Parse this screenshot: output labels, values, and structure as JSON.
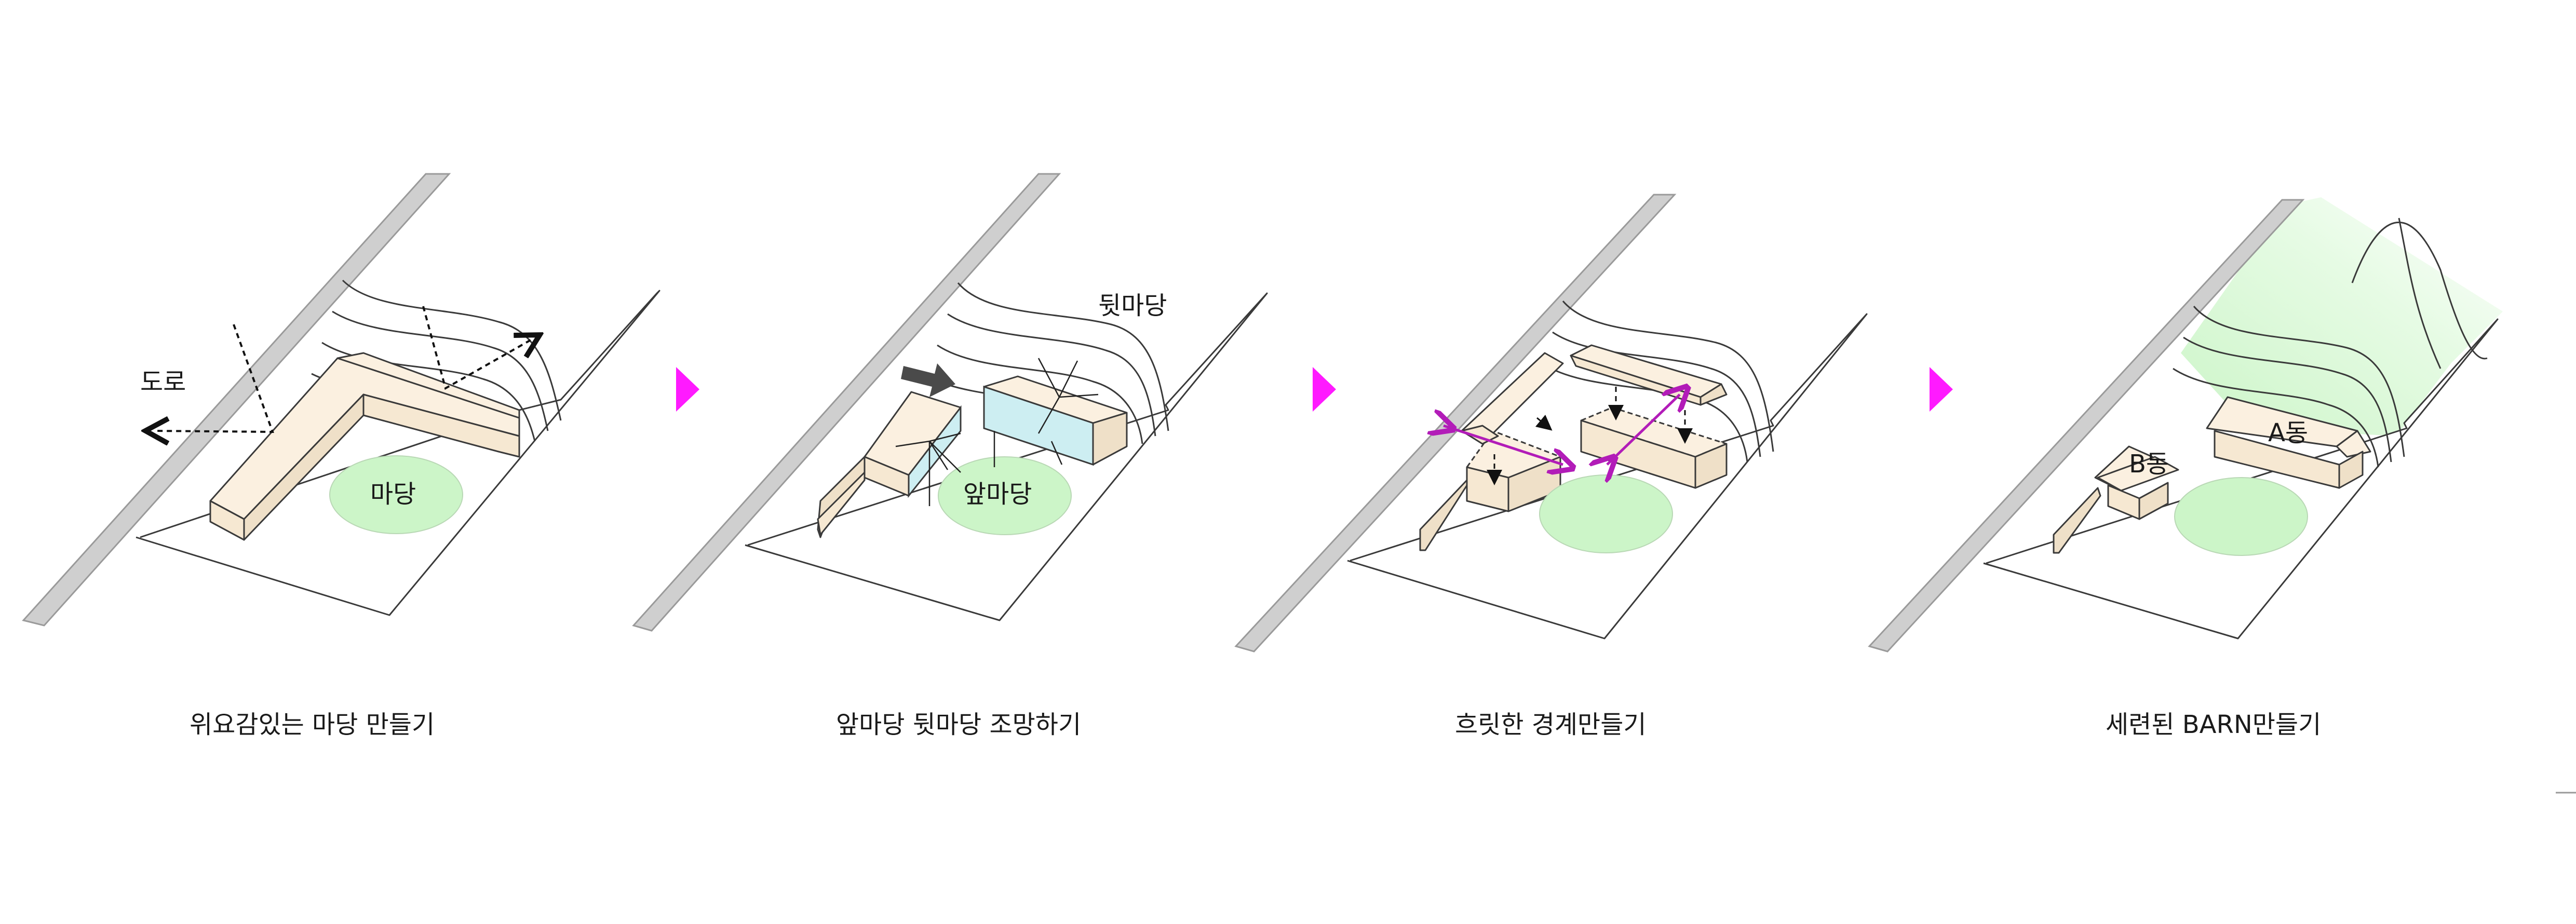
{
  "accent_color": "#ff1aff",
  "yard_color": "#ccf5c8",
  "mass_color": "#fbf0e0",
  "panels": [
    {
      "caption": "위요감있는 마당 만들기",
      "labels": [
        "도로",
        "마당"
      ]
    },
    {
      "caption": "앞마당 뒷마당 조망하기",
      "labels": [
        "뒷마당",
        "앞마당"
      ]
    },
    {
      "caption": "흐릿한 경계만들기",
      "labels": []
    },
    {
      "caption": "세련된 BARN만들기",
      "labels": [
        "B동",
        "A동"
      ]
    }
  ]
}
